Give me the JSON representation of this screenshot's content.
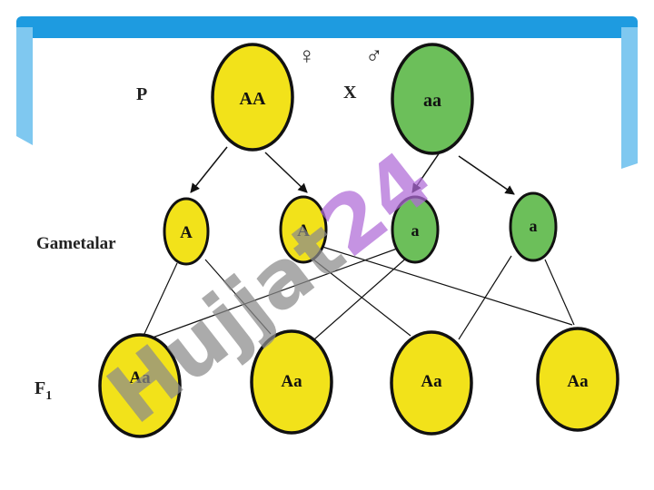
{
  "colors": {
    "frame_blue": "#1e9be0",
    "frame_light": "#7fc8f0",
    "dominant_fill": "#f2e21a",
    "recessive_fill": "#6cbf5a",
    "outline": "#111111",
    "watermark_gray": "#8c8c8c",
    "watermark_violet": "#b06ad8"
  },
  "rows": {
    "parents": "P",
    "gametes": "Gametalar",
    "offspring_base": "F",
    "offspring_sub": "1"
  },
  "cross_symbol": "X",
  "female_symbol": "♀",
  "male_symbol": "♂",
  "parents": [
    {
      "genotype": "AA",
      "fill": "dominant"
    },
    {
      "genotype": "aa",
      "fill": "recessive"
    }
  ],
  "gametes": [
    {
      "allele": "A",
      "fill": "dominant"
    },
    {
      "allele": "A",
      "fill": "dominant"
    },
    {
      "allele": "a",
      "fill": "recessive"
    },
    {
      "allele": "a",
      "fill": "recessive"
    }
  ],
  "offspring": [
    {
      "genotype": "Aa",
      "fill": "dominant"
    },
    {
      "genotype": "Aa",
      "fill": "dominant"
    },
    {
      "genotype": "Aa",
      "fill": "dominant"
    },
    {
      "genotype": "Aa",
      "fill": "dominant"
    }
  ],
  "watermark": {
    "gray_part": "Hujjat",
    "violet_part": "24"
  }
}
